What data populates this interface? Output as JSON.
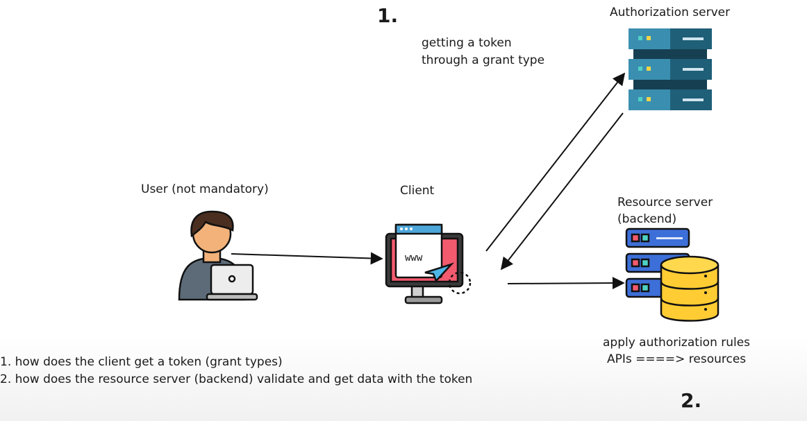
{
  "step_markers": {
    "one": "1.",
    "two": "2."
  },
  "nodes": {
    "auth_server": {
      "label": "Authorization server"
    },
    "user": {
      "label": "User (not mandatory)"
    },
    "client": {
      "label": "Client",
      "screen_text": "www"
    },
    "resource_server": {
      "label_line1": "Resource server",
      "label_line2": "(backend)"
    }
  },
  "annotations": {
    "token_line1": "getting a token",
    "token_line2": "through a grant type",
    "rules_line1": "apply authorization rules",
    "rules_line2": "APIs ====> resources"
  },
  "notes": [
    "1. how does the client get a token (grant types)",
    "2. how does the resource server (backend) validate and get data with the token"
  ],
  "colors": {
    "server_dark": "#1f5f78",
    "server_light": "#3a8fb0",
    "server_blue": "#3d6fd8",
    "database_yellow": "#ffcc33",
    "skin": "#f2b27a",
    "hair": "#4a2e1f",
    "laptop": "#ededed",
    "monitor_pink": "#f25a6e"
  },
  "icons": [
    "user-laptop-icon",
    "client-monitor-icon",
    "authorization-server-icon",
    "resource-server-database-icon"
  ]
}
